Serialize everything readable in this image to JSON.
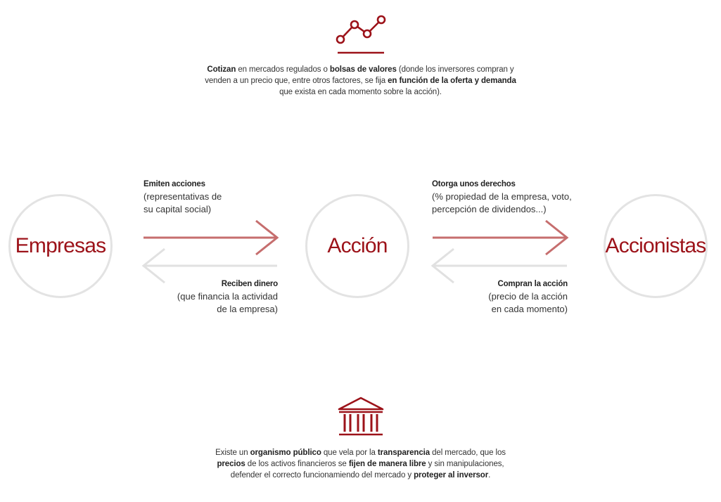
{
  "colors": {
    "accent": "#9c1219",
    "arrow_forward": "#c66e6e",
    "arrow_back": "#e1e1e1",
    "circle_border": "#e3e3e3"
  },
  "top": {
    "icon": "line-chart-icon",
    "text": [
      {
        "t": "Cotizan",
        "b": true
      },
      {
        "t": " en mercados regulados o ",
        "b": false
      },
      {
        "t": "bolsas de valores",
        "b": true
      },
      {
        "t": " (donde los inversores compran y venden a un precio que, entre otros factores, se fija ",
        "b": false
      },
      {
        "t": "en función de la oferta y demanda",
        "b": true
      },
      {
        "t": " que exista en cada momento sobre la acción).",
        "b": false
      }
    ]
  },
  "nodes": {
    "empresas": "Empresas",
    "accion": "Acción",
    "accionistas": "Accionistas"
  },
  "flows": {
    "emiten": {
      "heading": "Emiten acciones",
      "line1": "(representativas de",
      "line2": "su capital social)"
    },
    "reciben": {
      "heading": "Reciben dinero",
      "line1": "(que financia la actividad",
      "line2": "de la empresa)"
    },
    "otorga": {
      "heading": "Otorga unos derechos",
      "line1": "(% propiedad de la empresa, voto,",
      "line2": "percepción de dividendos...)"
    },
    "compran": {
      "heading": "Compran la acción",
      "line1": "(precio de la acción",
      "line2": "en cada momento)"
    }
  },
  "bottom": {
    "icon": "bank-building-icon",
    "text": [
      {
        "t": "Existe un ",
        "b": false
      },
      {
        "t": "organismo público",
        "b": true
      },
      {
        "t": " que vela por la ",
        "b": false
      },
      {
        "t": "transparencia",
        "b": true
      },
      {
        "t": " del mercado, que los ",
        "b": false
      },
      {
        "t": "precios",
        "b": true
      },
      {
        "t": " de los activos financieros se ",
        "b": false
      },
      {
        "t": "fijen de manera libre",
        "b": true
      },
      {
        "t": " y sin manipulaciones, defender el correcto funcionamiendo del mercado y ",
        "b": false
      },
      {
        "t": "proteger al inversor",
        "b": true
      },
      {
        "t": ".",
        "b": false
      }
    ]
  }
}
